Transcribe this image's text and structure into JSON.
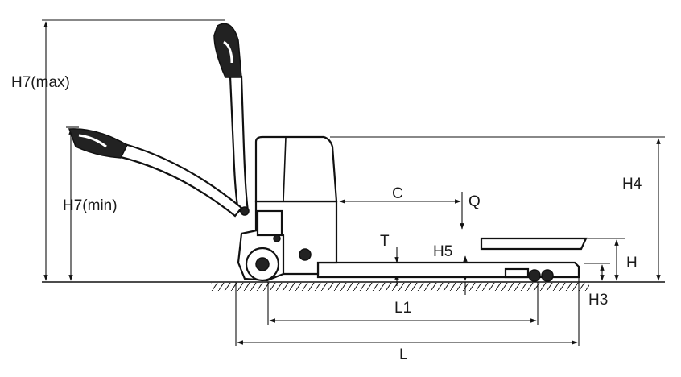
{
  "labels": {
    "h7_max": "H7(max)",
    "h7_min": "H7(min)",
    "h4": "H4",
    "c": "C",
    "q": "Q",
    "t": "T",
    "h5": "H5",
    "h": "H",
    "h3": "H3",
    "l1": "L1",
    "l": "L"
  },
  "colors": {
    "line": "#111111",
    "text": "#1a1a1a",
    "background": "#ffffff"
  }
}
